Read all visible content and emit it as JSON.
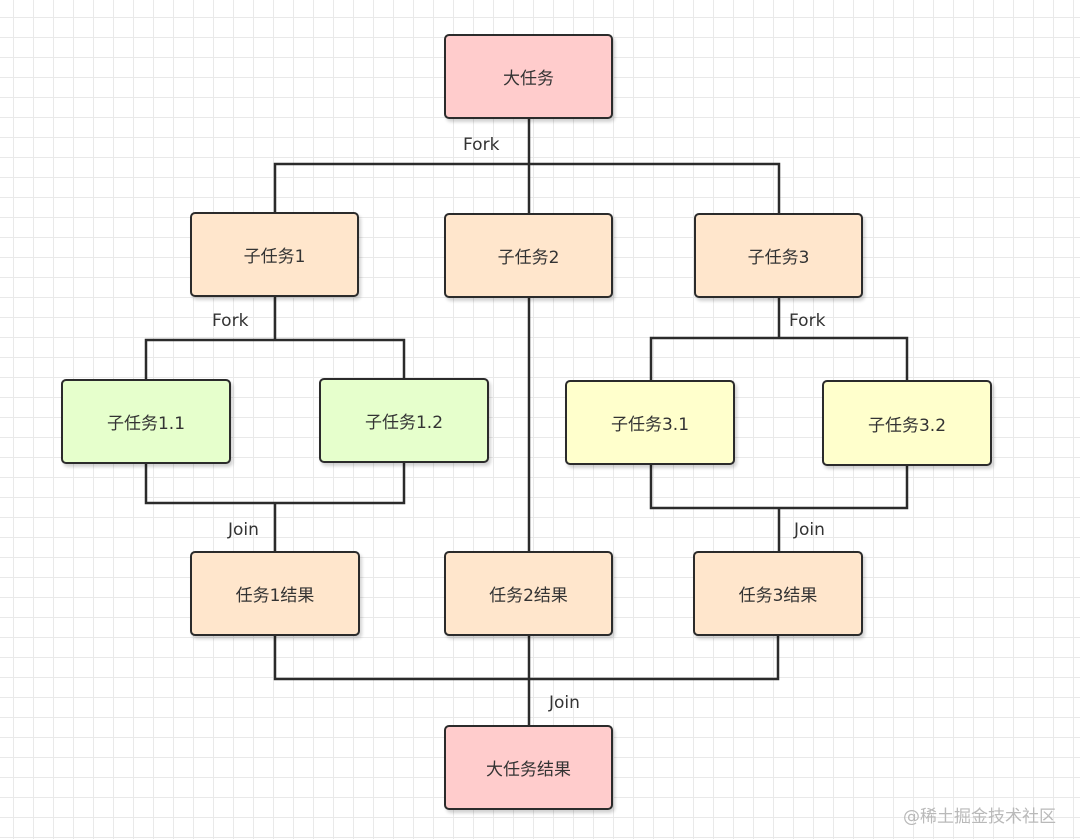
{
  "colors": {
    "pink": "#ffcccc",
    "peach": "#ffe6cc",
    "green": "#e6ffcc",
    "yellow": "#ffffcc",
    "line": "#2b2b2b"
  },
  "nodes": {
    "big_task": "大任务",
    "subtask_1": "子任务1",
    "subtask_2": "子任务2",
    "subtask_3": "子任务3",
    "subtask_1_1": "子任务1.1",
    "subtask_1_2": "子任务1.2",
    "subtask_3_1": "子任务3.1",
    "subtask_3_2": "子任务3.2",
    "result_1": "任务1结果",
    "result_2": "任务2结果",
    "result_3": "任务3结果",
    "big_result": "大任务结果"
  },
  "labels": {
    "fork_top": "Fork",
    "fork_1": "Fork",
    "fork_3": "Fork",
    "join_1": "Join",
    "join_3": "Join",
    "join_bottom": "Join"
  },
  "watermark": "@稀土掘金技术社区"
}
